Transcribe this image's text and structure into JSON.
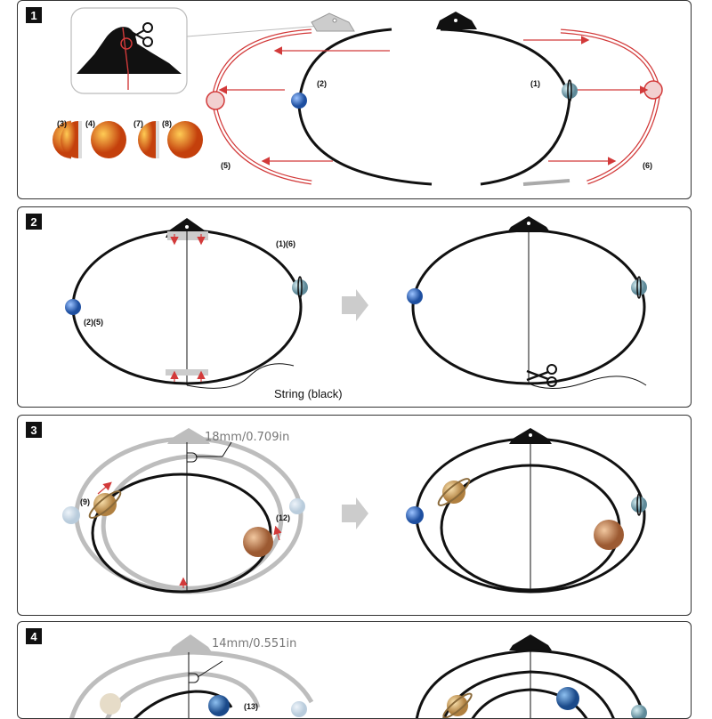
{
  "steps": [
    {
      "number": "1",
      "labels": {
        "p1": "(1)",
        "p2": "(2)",
        "p3": "(3)",
        "p4": "(4)",
        "p5": "(5)",
        "p6": "(6)",
        "p7": "(7)",
        "p8": "(8)"
      }
    },
    {
      "number": "2",
      "labels": {
        "p16": "(1)(6)",
        "p25": "(2)(5)",
        "string": "String (black)"
      }
    },
    {
      "number": "3",
      "labels": {
        "p9": "(9)",
        "p12": "(12)",
        "dim": "18mm/0.709in"
      }
    },
    {
      "number": "4",
      "labels": {
        "p13": "(13)",
        "dim": "14mm/0.551in"
      }
    }
  ],
  "colors": {
    "ring": "#111111",
    "cut_guide": "#d23a3a",
    "ghost": "#bdbdbd",
    "neptune": "#2f6fc9",
    "uranus": "#7fa9b8",
    "jupiter": "#c98b5e",
    "saturn": "#d9b27a",
    "sun": "#e2621c",
    "earth": "#2d68b0"
  },
  "icons": [
    "scissors-icon",
    "hanger-icon",
    "arrow-right-icon"
  ]
}
